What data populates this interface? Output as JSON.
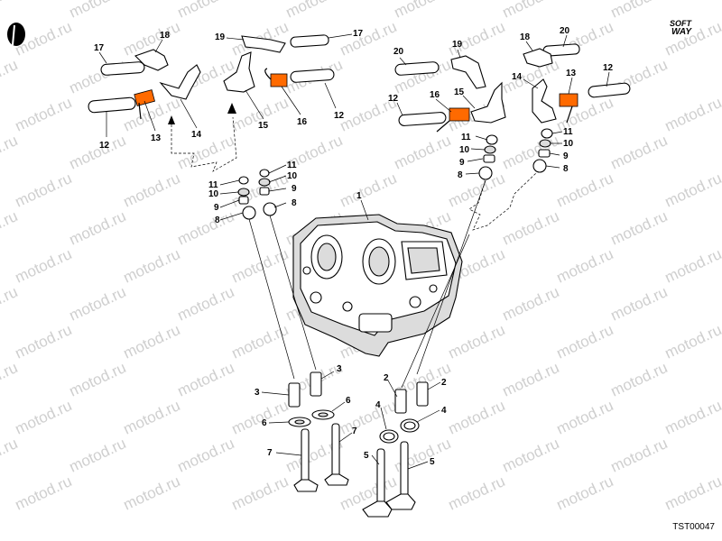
{
  "watermark": {
    "text": "motod.ru"
  },
  "brand": {
    "line1": "SOFT",
    "line2": "WAY"
  },
  "drawing_code": "TST00047",
  "colors": {
    "ink": "#000000",
    "watermark": "#cfcfcf",
    "spring": "#ff6a00",
    "arrow": "#000000"
  },
  "callouts": {
    "c1": "1",
    "c2a": "2",
    "c2b": "2",
    "c3a": "3",
    "c3b": "3",
    "c4a": "4",
    "c4b": "4",
    "c5a": "5",
    "c5b": "5",
    "c6a": "6",
    "c6b": "6",
    "c7a": "7",
    "c7b": "7",
    "c8a": "8",
    "c8b": "8",
    "c8c": "8",
    "c8d": "8",
    "c9a": "9",
    "c9b": "9",
    "c9c": "9",
    "c9d": "9",
    "c10a": "10",
    "c10b": "10",
    "c10c": "10",
    "c10d": "10",
    "c11a": "11",
    "c11b": "11",
    "c11c": "11",
    "c11d": "11",
    "c12a": "12",
    "c12b": "12",
    "c12c": "12",
    "c12d": "12",
    "c13a": "13",
    "c13b": "13",
    "c14a": "14",
    "c14b": "14",
    "c15a": "15",
    "c15b": "15",
    "c16a": "16",
    "c16b": "16",
    "c17a": "17",
    "c17b": "17",
    "c18a": "18",
    "c18b": "18",
    "c19a": "19",
    "c19b": "19",
    "c20a": "20",
    "c20b": "20"
  }
}
